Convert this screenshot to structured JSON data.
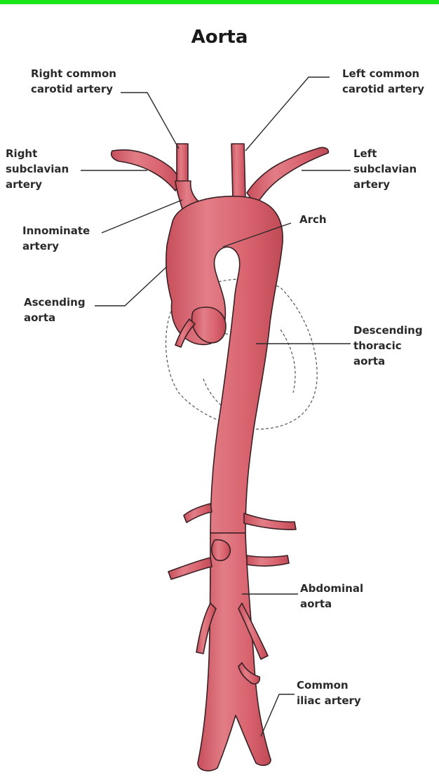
{
  "title": "Aorta",
  "colors": {
    "top_bar": "#19e619",
    "vessel_fill": "#d9646e",
    "vessel_outline": "#3a2024",
    "label_text": "#2a2a2a"
  },
  "labels": {
    "right_common_carotid": [
      "Right common",
      "carotid artery"
    ],
    "left_common_carotid": [
      "Left common",
      "carotid artery"
    ],
    "right_subclavian": [
      "Right",
      "subclavian",
      "artery"
    ],
    "left_subclavian": [
      "Left",
      "subclavian",
      "artery"
    ],
    "innominate": [
      "Innominate",
      "artery"
    ],
    "arch": [
      "Arch"
    ],
    "ascending": [
      "Ascending",
      "aorta"
    ],
    "descending": [
      "Descending",
      "thoracic",
      "aorta"
    ],
    "abdominal": [
      "Abdominal",
      "aorta"
    ],
    "common_iliac": [
      "Common",
      "iliac artery"
    ]
  }
}
